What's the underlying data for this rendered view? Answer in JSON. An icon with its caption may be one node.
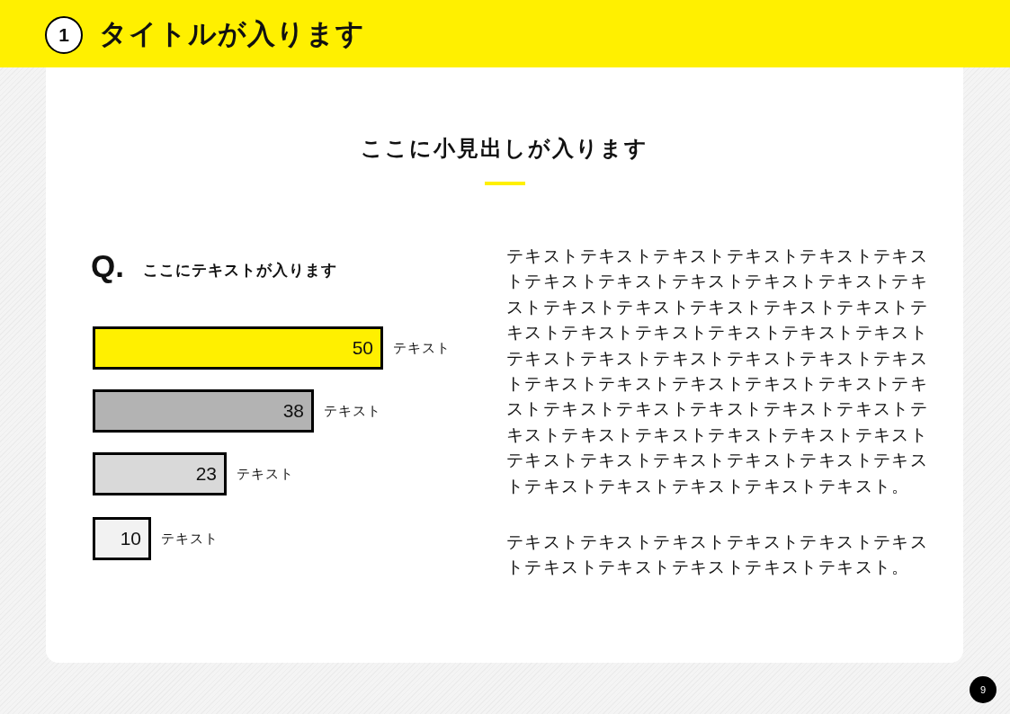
{
  "diagram": {
    "title": "タイトルが入ります",
    "nodes": [
      {
        "text": [
          "50"
        ],
        "beside": [
          "テキスト"
        ]
      },
      {
        "text": [
          "38"
        ],
        "beside": [
          "テキスト"
        ]
      },
      {
        "text": [
          "23"
        ],
        "beside": [
          "テキスト"
        ]
      },
      {
        "text": [
          "10"
        ],
        "beside": [
          "テキスト"
        ]
      }
    ],
    "labels": [
      "1",
      "ここに小見出しが入ります",
      "Q.",
      "ここにテキストが入ります",
      "テキストテキストテキストテキストテキストテキストテキストテキストテキストテキストテキストテキストテキストテキストテキストテキストテキストテキストテキストテキストテキストテキストテキストテキストテキストテキストテキストテキストテキストテキストテキストテキストテキストテキストテキストテキストテキストテキストテキストテキストテキストテキストテキストテキストテキストテキストテキストテキストテキストテキストテキストテキストテキストテキストテキストテキストテキスト。",
      "テキストテキストテキストテキストテキストテキストテキストテキストテキストテキストテキスト。",
      "9"
    ]
  }
}
